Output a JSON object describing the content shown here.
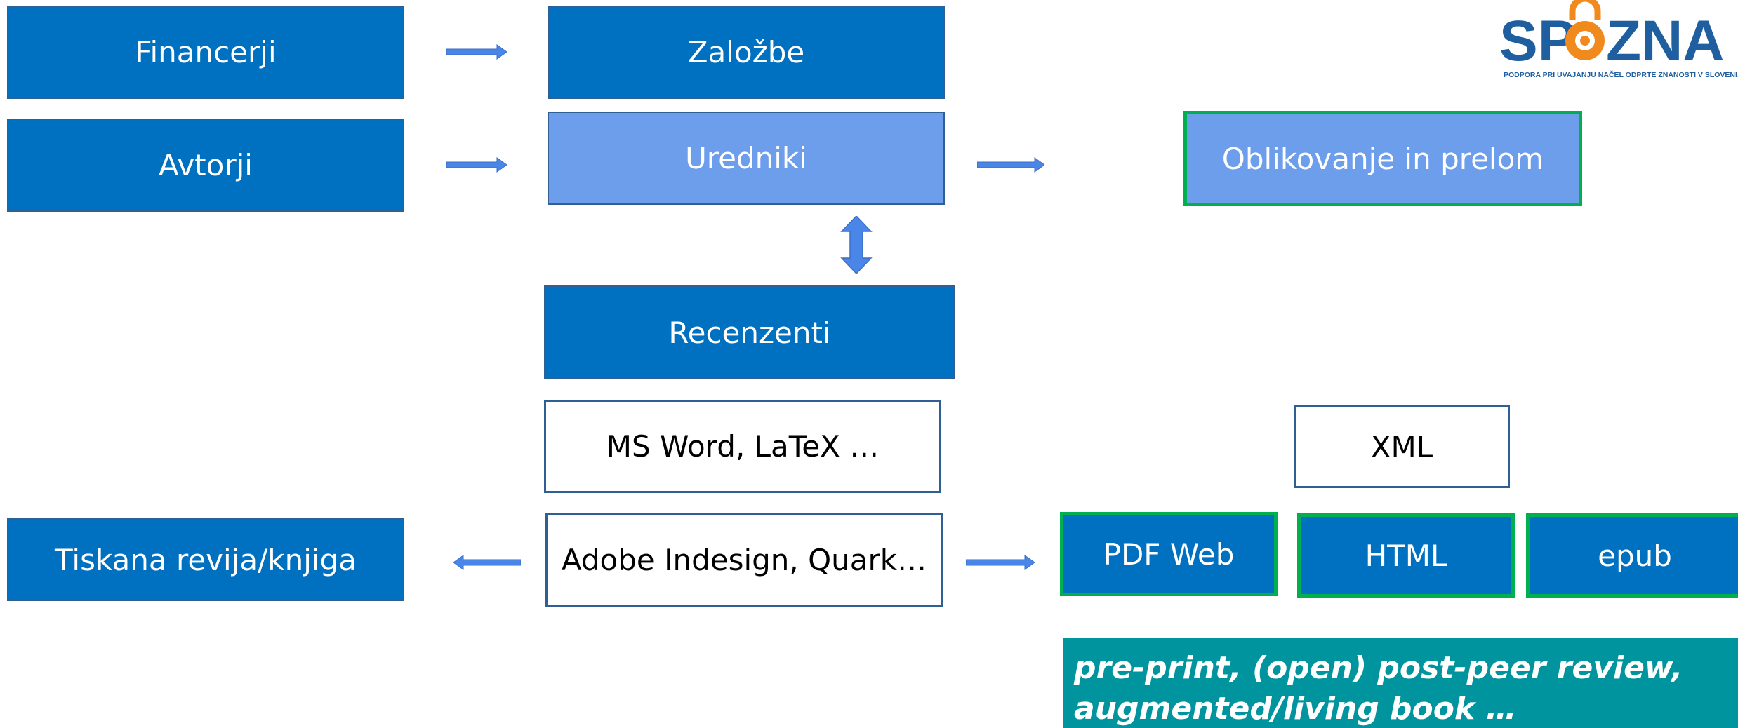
{
  "boxes": {
    "financerji": "Financerji",
    "zalozbe": "Založbe",
    "avtorji": "Avtorji",
    "uredniki": "Uredniki",
    "oblikovanje": "Oblikovanje in prelom",
    "recenzenti": "Recenzenti",
    "ms_word": "MS Word, LaTeX …",
    "xml": "XML",
    "tiskana": "Tiskana revija/knjiga",
    "adobe": "Adobe Indesign, Quark…",
    "pdf_web": "PDF Web",
    "html": "HTML",
    "epub": "epub"
  },
  "note": {
    "line1": "pre-print, (open) post-peer review,",
    "line2": "augmented/living book  …"
  },
  "logo": {
    "name": "SPOZNA",
    "tagline": "PODPORA PRI UVAJANJU NAČEL ODPRTE ZNANOSTI V SLOVENIJI"
  },
  "colors": {
    "dark_box": "#0070c0",
    "light_box": "#6d9eeb",
    "green_border": "#00b050",
    "arrow": "#4a86e8",
    "note_bg": "#00949e",
    "logo_blue": "#1f5fa0",
    "logo_orange": "#f08a1c"
  }
}
